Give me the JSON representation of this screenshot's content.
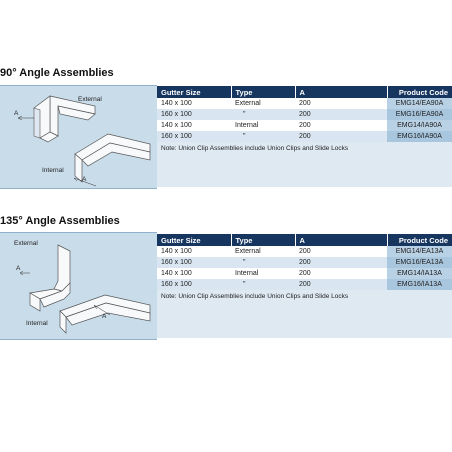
{
  "sections": [
    {
      "title": "90° Angle Assemblies",
      "labels": {
        "external": "External",
        "internal": "Internal",
        "dim": "A"
      },
      "headers": [
        "Gutter Size",
        "Type",
        "A",
        "Product Code"
      ],
      "rows": [
        [
          "140 x 100",
          "External",
          "200",
          "EMG14/EA90A"
        ],
        [
          "160 x 100",
          "\"",
          "200",
          "EMG16/EA90A"
        ],
        [
          "140 x 100",
          "Internal",
          "200",
          "EMG14/IA90A"
        ],
        [
          "160 x 100",
          "\"",
          "200",
          "EMG16/IA90A"
        ]
      ],
      "note": "Note: Union Clip Assemblies include Union Clips and Slide Locks"
    },
    {
      "title": "135° Angle Assemblies",
      "labels": {
        "external": "External",
        "internal": "Internal",
        "dim": "A"
      },
      "headers": [
        "Gutter Size",
        "Type",
        "A",
        "Product Code"
      ],
      "rows": [
        [
          "140 x 100",
          "External",
          "200",
          "EMG14/EA13A"
        ],
        [
          "160 x 100",
          "\"",
          "200",
          "EMG16/EA13A"
        ],
        [
          "140 x 100",
          "Internal",
          "200",
          "EMG14/IA13A"
        ],
        [
          "160 x 100",
          "\"",
          "200",
          "EMG16/IA13A"
        ]
      ],
      "note": "Note: Union Clip Assemblies include Union Clips and Slide Locks"
    }
  ]
}
